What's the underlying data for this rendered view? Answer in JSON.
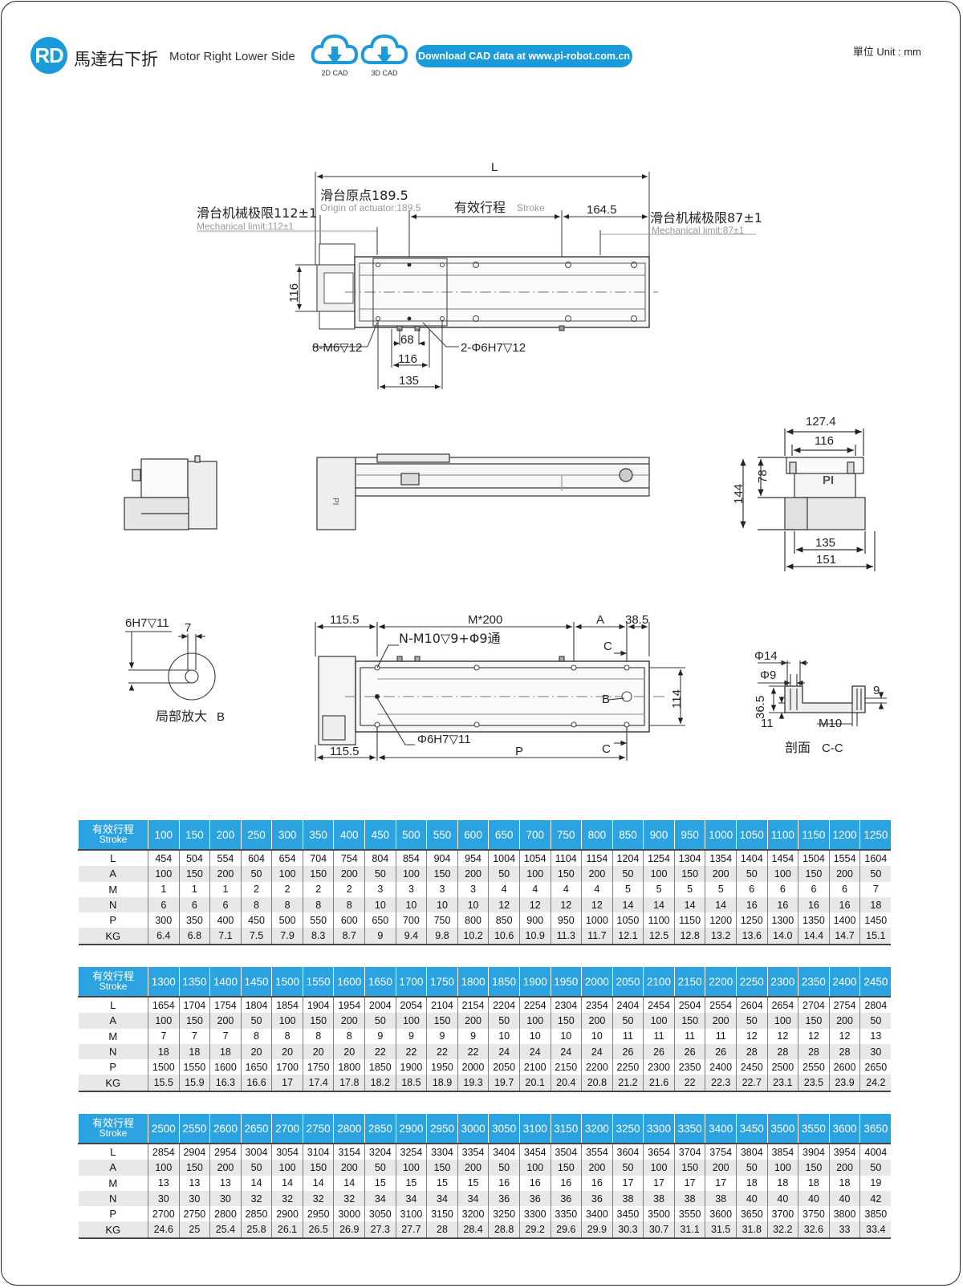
{
  "header": {
    "badge": "RD",
    "title_cn": "馬達右下折",
    "title_en": "Motor Right Lower Side",
    "cad_2d": "2D CAD",
    "cad_3d": "3D CAD",
    "download_label": "Download CAD data at www.pi-robot.com.cn",
    "unit": "單位 Unit : mm",
    "brand_color": "#1a9ad9"
  },
  "top_view": {
    "L": "L",
    "origin_cn": "滑台原点189.5",
    "origin_en": "Origin of actuator:189.5",
    "stroke_cn": "有效行程",
    "stroke_en": "Stroke",
    "d164": "164.5",
    "mech_left_cn": "滑台机械极限112±1",
    "mech_left_en": "Mechanical limit:112±1",
    "mech_right_cn": "滑台机械极限87±1",
    "mech_right_en": "Mechanical limit:87±1",
    "d116v": "116",
    "d68": "68",
    "d116": "116",
    "d135": "135",
    "m6": "8-M6▽12",
    "phi6": "2-Φ6H7▽12"
  },
  "end_view": {
    "d127": "127.4",
    "d116": "116",
    "d78": "78",
    "d144": "144",
    "d135": "135",
    "d151": "151",
    "logo": "PI"
  },
  "detail_b": {
    "h7": "6H7▽11",
    "d7": "7",
    "caption": "局部放大",
    "letter": "B"
  },
  "bottom_view": {
    "d115a": "115.5",
    "m200": "M*200",
    "a": "A",
    "d38": "38.5",
    "nm10": "N-M10▽9+Φ9通",
    "c_top": "C",
    "b": "B",
    "d114": "114",
    "phi6": "Φ6H7▽11",
    "d115b": "115.5",
    "p": "P",
    "c_bot": "C"
  },
  "section_cc": {
    "phi14": "Φ14",
    "phi9": "Φ9",
    "d9": "9",
    "d36": "36.5",
    "d11": "11",
    "m10": "M10",
    "caption": "剖面",
    "letter": "C-C"
  },
  "tables": [
    {
      "header_cn": "有效行程",
      "header_en": "Stroke",
      "strokes": [
        "100",
        "150",
        "200",
        "250",
        "300",
        "350",
        "400",
        "450",
        "500",
        "550",
        "600",
        "650",
        "700",
        "750",
        "800",
        "850",
        "900",
        "950",
        "1000",
        "1050",
        "1100",
        "1150",
        "1200",
        "1250"
      ],
      "rows": [
        {
          "label": "L",
          "values": [
            "454",
            "504",
            "554",
            "604",
            "654",
            "704",
            "754",
            "804",
            "854",
            "904",
            "954",
            "1004",
            "1054",
            "1104",
            "1154",
            "1204",
            "1254",
            "1304",
            "1354",
            "1404",
            "1454",
            "1504",
            "1554",
            "1604"
          ]
        },
        {
          "label": "A",
          "values": [
            "100",
            "150",
            "200",
            "50",
            "100",
            "150",
            "200",
            "50",
            "100",
            "150",
            "200",
            "50",
            "100",
            "150",
            "200",
            "50",
            "100",
            "150",
            "200",
            "50",
            "100",
            "150",
            "200",
            "50"
          ]
        },
        {
          "label": "M",
          "values": [
            "1",
            "1",
            "1",
            "2",
            "2",
            "2",
            "2",
            "3",
            "3",
            "3",
            "3",
            "4",
            "4",
            "4",
            "4",
            "5",
            "5",
            "5",
            "5",
            "6",
            "6",
            "6",
            "6",
            "7"
          ]
        },
        {
          "label": "N",
          "values": [
            "6",
            "6",
            "6",
            "8",
            "8",
            "8",
            "8",
            "10",
            "10",
            "10",
            "10",
            "12",
            "12",
            "12",
            "12",
            "14",
            "14",
            "14",
            "14",
            "16",
            "16",
            "16",
            "16",
            "18"
          ]
        },
        {
          "label": "P",
          "values": [
            "300",
            "350",
            "400",
            "450",
            "500",
            "550",
            "600",
            "650",
            "700",
            "750",
            "800",
            "850",
            "900",
            "950",
            "1000",
            "1050",
            "1100",
            "1150",
            "1200",
            "1250",
            "1300",
            "1350",
            "1400",
            "1450"
          ]
        },
        {
          "label": "KG",
          "values": [
            "6.4",
            "6.8",
            "7.1",
            "7.5",
            "7.9",
            "8.3",
            "8.7",
            "9",
            "9.4",
            "9.8",
            "10.2",
            "10.6",
            "10.9",
            "11.3",
            "11.7",
            "12.1",
            "12.5",
            "12.8",
            "13.2",
            "13.6",
            "14.0",
            "14.4",
            "14.7",
            "15.1"
          ]
        }
      ]
    },
    {
      "header_cn": "有效行程",
      "header_en": "Stroke",
      "strokes": [
        "1300",
        "1350",
        "1400",
        "1450",
        "1500",
        "1550",
        "1600",
        "1650",
        "1700",
        "1750",
        "1800",
        "1850",
        "1900",
        "1950",
        "2000",
        "2050",
        "2100",
        "2150",
        "2200",
        "2250",
        "2300",
        "2350",
        "2400",
        "2450"
      ],
      "rows": [
        {
          "label": "L",
          "values": [
            "1654",
            "1704",
            "1754",
            "1804",
            "1854",
            "1904",
            "1954",
            "2004",
            "2054",
            "2104",
            "2154",
            "2204",
            "2254",
            "2304",
            "2354",
            "2404",
            "2454",
            "2504",
            "2554",
            "2604",
            "2654",
            "2704",
            "2754",
            "2804"
          ]
        },
        {
          "label": "A",
          "values": [
            "100",
            "150",
            "200",
            "50",
            "100",
            "150",
            "200",
            "50",
            "100",
            "150",
            "200",
            "50",
            "100",
            "150",
            "200",
            "50",
            "100",
            "150",
            "200",
            "50",
            "100",
            "150",
            "200",
            "50"
          ]
        },
        {
          "label": "M",
          "values": [
            "7",
            "7",
            "7",
            "8",
            "8",
            "8",
            "8",
            "9",
            "9",
            "9",
            "9",
            "10",
            "10",
            "10",
            "10",
            "11",
            "11",
            "11",
            "11",
            "12",
            "12",
            "12",
            "12",
            "13"
          ]
        },
        {
          "label": "N",
          "values": [
            "18",
            "18",
            "18",
            "20",
            "20",
            "20",
            "20",
            "22",
            "22",
            "22",
            "22",
            "24",
            "24",
            "24",
            "24",
            "26",
            "26",
            "26",
            "26",
            "28",
            "28",
            "28",
            "28",
            "30"
          ]
        },
        {
          "label": "P",
          "values": [
            "1500",
            "1550",
            "1600",
            "1650",
            "1700",
            "1750",
            "1800",
            "1850",
            "1900",
            "1950",
            "2000",
            "2050",
            "2100",
            "2150",
            "2200",
            "2250",
            "2300",
            "2350",
            "2400",
            "2450",
            "2500",
            "2550",
            "2600",
            "2650"
          ]
        },
        {
          "label": "KG",
          "values": [
            "15.5",
            "15.9",
            "16.3",
            "16.6",
            "17",
            "17.4",
            "17.8",
            "18.2",
            "18.5",
            "18.9",
            "19.3",
            "19.7",
            "20.1",
            "20.4",
            "20.8",
            "21.2",
            "21.6",
            "22",
            "22.3",
            "22.7",
            "23.1",
            "23.5",
            "23.9",
            "24.2"
          ]
        }
      ]
    },
    {
      "header_cn": "有效行程",
      "header_en": "Stroke",
      "strokes": [
        "2500",
        "2550",
        "2600",
        "2650",
        "2700",
        "2750",
        "2800",
        "2850",
        "2900",
        "2950",
        "3000",
        "3050",
        "3100",
        "3150",
        "3200",
        "3250",
        "3300",
        "3350",
        "3400",
        "3450",
        "3500",
        "3550",
        "3600",
        "3650"
      ],
      "rows": [
        {
          "label": "L",
          "values": [
            "2854",
            "2904",
            "2954",
            "3004",
            "3054",
            "3104",
            "3154",
            "3204",
            "3254",
            "3304",
            "3354",
            "3404",
            "3454",
            "3504",
            "3554",
            "3604",
            "3654",
            "3704",
            "3754",
            "3804",
            "3854",
            "3904",
            "3954",
            "4004"
          ]
        },
        {
          "label": "A",
          "values": [
            "100",
            "150",
            "200",
            "50",
            "100",
            "150",
            "200",
            "50",
            "100",
            "150",
            "200",
            "50",
            "100",
            "150",
            "200",
            "50",
            "100",
            "150",
            "200",
            "50",
            "100",
            "150",
            "200",
            "50"
          ]
        },
        {
          "label": "M",
          "values": [
            "13",
            "13",
            "13",
            "14",
            "14",
            "14",
            "14",
            "15",
            "15",
            "15",
            "15",
            "16",
            "16",
            "16",
            "16",
            "17",
            "17",
            "17",
            "17",
            "18",
            "18",
            "18",
            "18",
            "19"
          ]
        },
        {
          "label": "N",
          "values": [
            "30",
            "30",
            "30",
            "32",
            "32",
            "32",
            "32",
            "34",
            "34",
            "34",
            "34",
            "36",
            "36",
            "36",
            "36",
            "38",
            "38",
            "38",
            "38",
            "40",
            "40",
            "40",
            "40",
            "42"
          ]
        },
        {
          "label": "P",
          "values": [
            "2700",
            "2750",
            "2800",
            "2850",
            "2900",
            "2950",
            "3000",
            "3050",
            "3100",
            "3150",
            "3200",
            "3250",
            "3300",
            "3350",
            "3400",
            "3450",
            "3500",
            "3550",
            "3600",
            "3650",
            "3700",
            "3750",
            "3800",
            "3850"
          ]
        },
        {
          "label": "KG",
          "values": [
            "24.6",
            "25",
            "25.4",
            "25.8",
            "26.1",
            "26.5",
            "26.9",
            "27.3",
            "27.7",
            "28",
            "28.4",
            "28.8",
            "29.2",
            "29.6",
            "29.9",
            "30.3",
            "30.7",
            "31.1",
            "31.5",
            "31.8",
            "32.2",
            "32.6",
            "33",
            "33.4"
          ]
        }
      ]
    }
  ]
}
